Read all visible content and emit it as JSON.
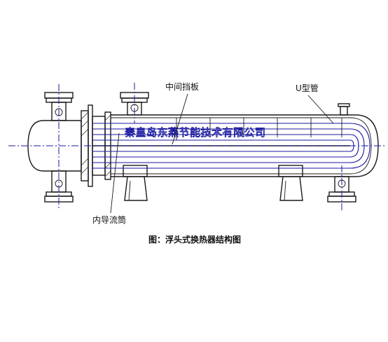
{
  "diagram": {
    "labels": {
      "middle_baffle": "中间挡板",
      "u_tube": "U型管",
      "inner_guide_tube": "内导流筒"
    },
    "watermark": "秦皇岛东燕节能技术有限公司",
    "caption": "图：浮头式换热器结构图",
    "colors": {
      "line": "#1a1a1a",
      "tube": "#1a1aa0",
      "watermark": "#1a1aa0",
      "background": "#ffffff"
    }
  }
}
